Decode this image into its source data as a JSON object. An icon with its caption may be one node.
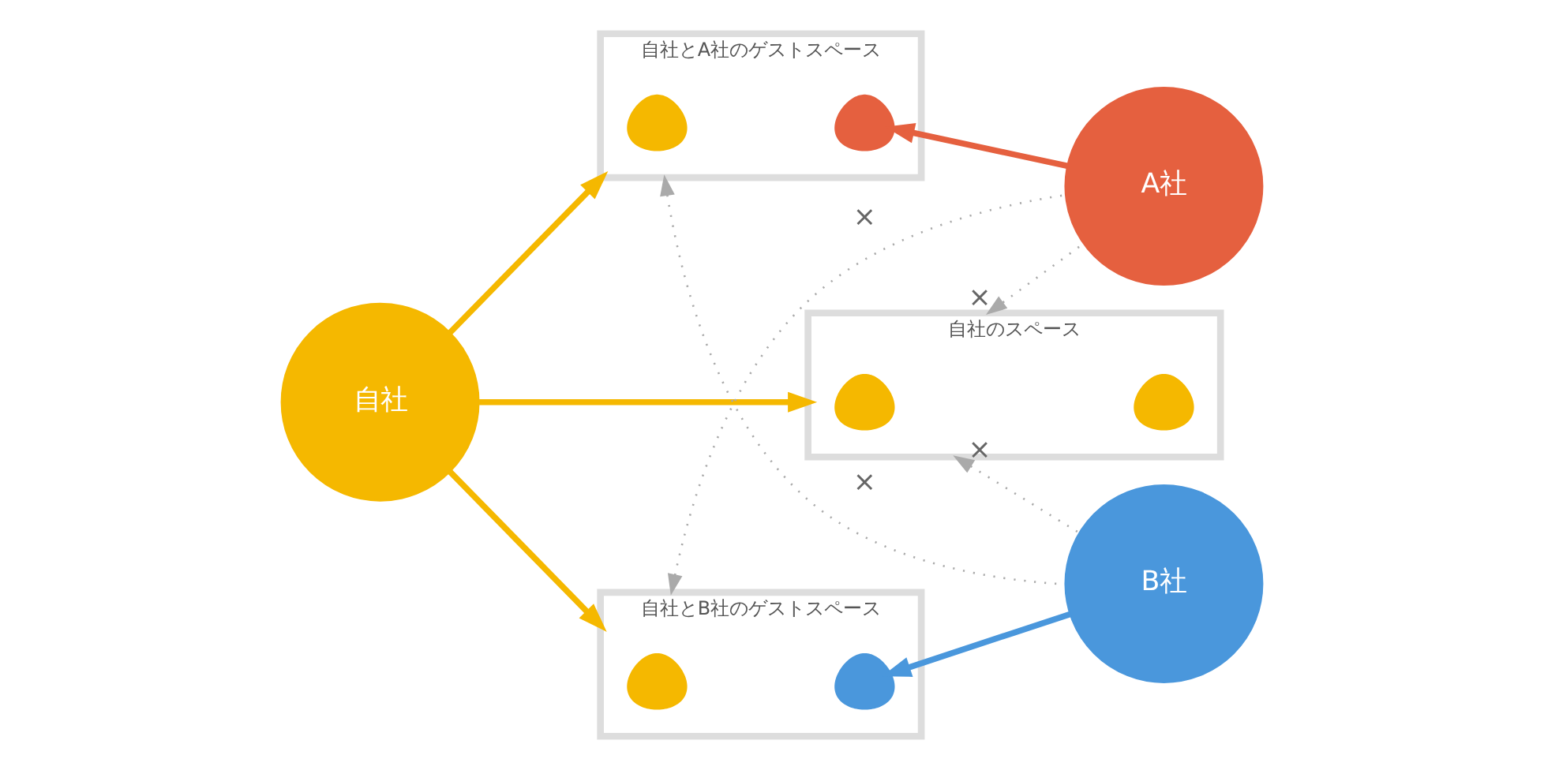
{
  "diagram": {
    "nodes": [
      {
        "text": [
          "自社"
        ]
      },
      {
        "text": [
          "自社とA社のゲストスペース"
        ]
      },
      {
        "text": [],
        "shape": "person",
        "in": 1
      },
      {
        "text": [],
        "shape": "person",
        "in": 1
      },
      {
        "text": [
          "自社とB社のゲストスペース"
        ]
      },
      {
        "text": [],
        "shape": "person",
        "in": 4
      },
      {
        "text": [],
        "shape": "person",
        "in": 4
      },
      {
        "text": [
          "自社のスペース"
        ]
      },
      {
        "text": [],
        "shape": "person",
        "in": 7
      },
      {
        "text": [],
        "shape": "person",
        "in": 7
      },
      {
        "text": [
          "A社"
        ]
      },
      {
        "text": [
          "B社"
        ]
      }
    ],
    "edges": [
      {
        "from": 0,
        "to": 1,
        "arrow": "to",
        "color": "#f5b800"
      },
      {
        "from": 0,
        "to": 4,
        "arrow": "to",
        "color": "#f5b800"
      },
      {
        "from": 0,
        "to": 7,
        "arrow": "to",
        "color": "#f5b800"
      },
      {
        "from": 10,
        "to": 3,
        "arrow": "to",
        "color": "#e5603f"
      },
      {
        "from": 11,
        "to": 6,
        "arrow": "to",
        "color": "#4a97dc"
      },
      {
        "from": 10,
        "to": 4,
        "arrow": "to",
        "style": "dashed",
        "label": "×"
      },
      {
        "from": 10,
        "to": 7,
        "arrow": "to",
        "style": "dashed",
        "label": "×"
      },
      {
        "from": 11,
        "to": 1,
        "arrow": "to",
        "style": "dashed",
        "label": "×"
      },
      {
        "from": 11,
        "to": 7,
        "arrow": "to",
        "style": "dashed",
        "label": "×"
      }
    ]
  }
}
